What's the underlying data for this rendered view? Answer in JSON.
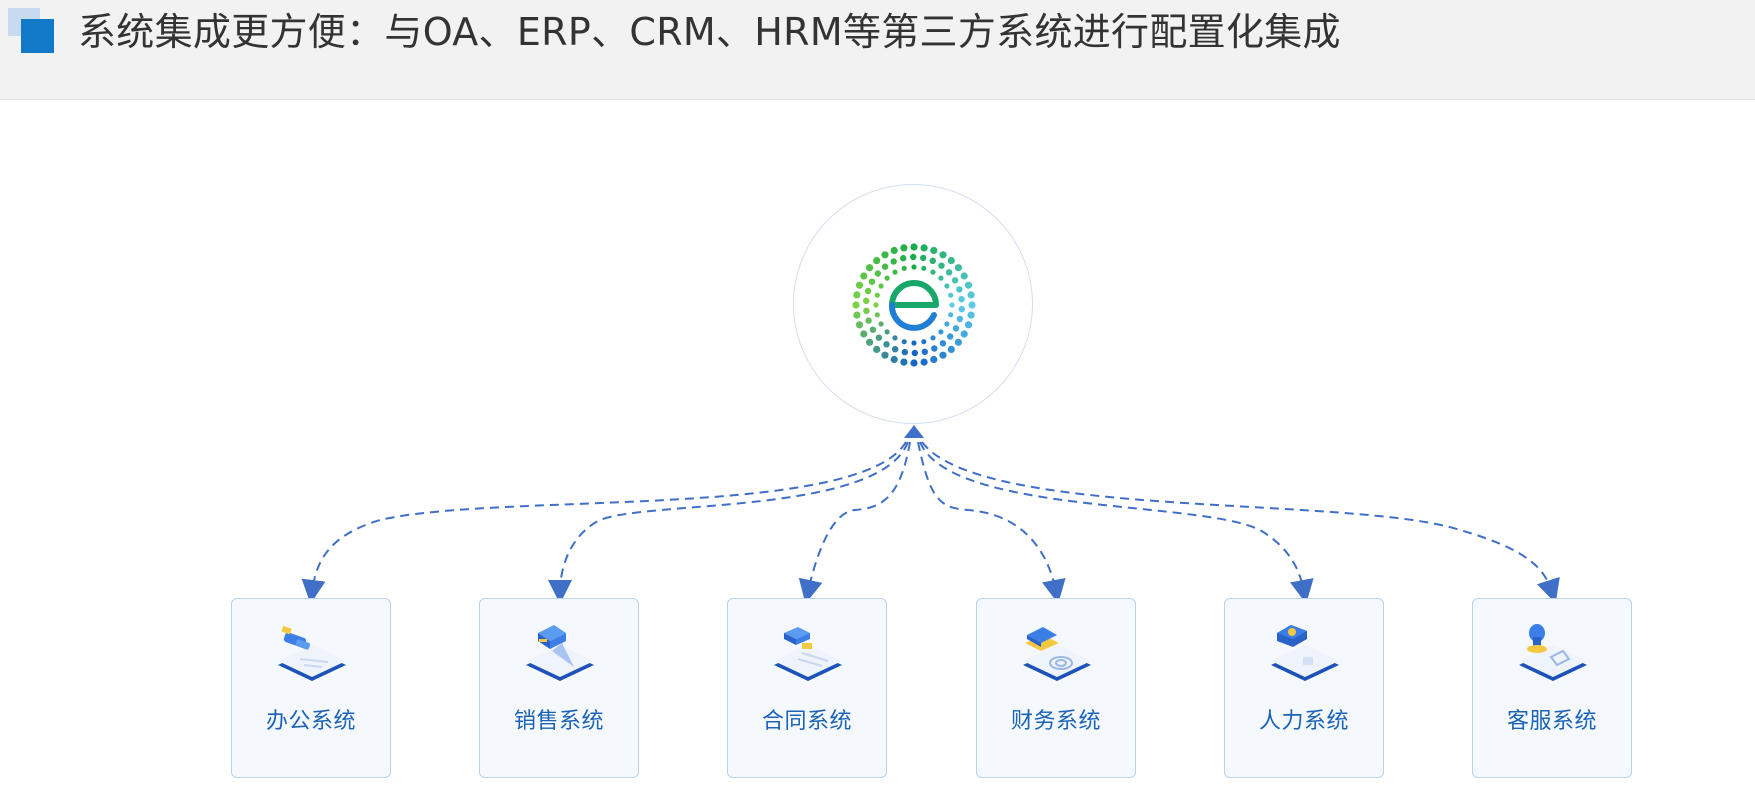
{
  "header": {
    "title": "系统集成更方便：与OA、ERP、CRM、HRM等第三方系统进行配置化集成"
  },
  "hub": {
    "icon": "e-logo-icon"
  },
  "systems": [
    {
      "label": "办公系统",
      "icon": "office-icon"
    },
    {
      "label": "销售系统",
      "icon": "sales-icon"
    },
    {
      "label": "合同系统",
      "icon": "contract-icon"
    },
    {
      "label": "财务系统",
      "icon": "finance-icon"
    },
    {
      "label": "人力系统",
      "icon": "hr-icon"
    },
    {
      "label": "客服系统",
      "icon": "customer-service-icon"
    }
  ],
  "colors": {
    "accent": "#1279c9",
    "connector": "#3f6fc6",
    "card_border": "#b9d2ef",
    "label": "#1a63b5",
    "title_text": "#333333"
  }
}
